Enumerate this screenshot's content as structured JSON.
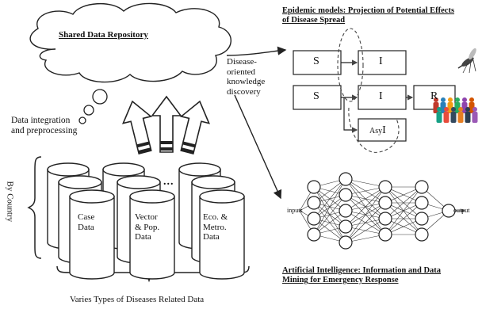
{
  "repository": {
    "title": "Shared Data Repository"
  },
  "left": {
    "integration_line1": "Data integration",
    "integration_line2": "and preprocessing",
    "by_country": "By Country",
    "bottom_label": "Varies Types of Diseases Related Data",
    "cylinders": [
      {
        "line1": "Case",
        "line2": "Data",
        "line3": ""
      },
      {
        "line1": "Vector",
        "line2": "& Pop.",
        "line3": "Data"
      },
      {
        "line1": "Eco. &",
        "line2": "Metro.",
        "line3": "Data"
      }
    ],
    "ellipsis": "..."
  },
  "discovery": {
    "line1": "Disease-",
    "line2": "oriented",
    "line3": "knowledge",
    "line4": "discovery"
  },
  "epidemic": {
    "title_line1": "Epidemic models: Projection of Potential Effects",
    "title_line2": "of Disease Spread",
    "boxes": {
      "s1": "S",
      "i1": "I",
      "s2": "S",
      "i2": "I",
      "r": "R",
      "asy_prefix": "Asy",
      "asy_main": "I"
    }
  },
  "nn": {
    "inputs_label": "inputs",
    "output_label": "output",
    "layers": [
      4,
      5,
      4,
      4,
      1
    ]
  },
  "ai": {
    "title_line1": "Artificial Intelligence: Information and Data",
    "title_line2": "Mining for Emergency Response"
  },
  "icons": [
    "mosquito-icon",
    "people-crowd-icon",
    "cloud-icon",
    "thought-bubble-icon",
    "database-cylinder-icon"
  ]
}
